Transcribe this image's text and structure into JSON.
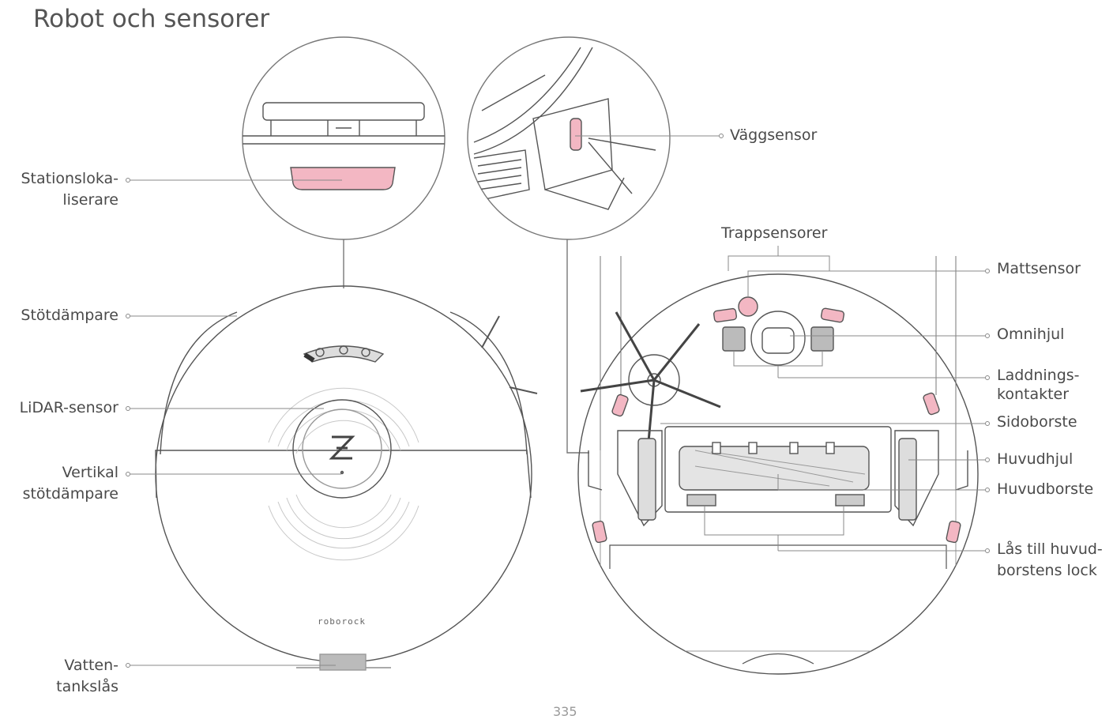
{
  "title": "Robot och sensorer",
  "page_number": "335",
  "brand_logo": "roborock",
  "highlight_color": "#f3b7c3",
  "labels": {
    "station_locator": [
      "Stationsloka-",
      "liserare"
    ],
    "bumper": "Stötdämpare",
    "lidar": "LiDAR-sensor",
    "vertical_bumper": [
      "Vertikal",
      "stötdämpare"
    ],
    "water_tank_lock": [
      "Vatten-",
      "tankslås"
    ],
    "wall_sensor": "Väggsensor",
    "cliff_sensors": "Trappsensorer",
    "carpet_sensor": "Mattsensor",
    "omni_wheel": "Omnihjul",
    "charging_contacts": [
      "Laddnings-",
      "kontakter"
    ],
    "side_brush": "Sidoborste",
    "main_wheel": "Huvudhjul",
    "main_brush": "Huvudborste",
    "brush_cover_lock": [
      "Lås till huvud-",
      "borstens lock"
    ]
  }
}
